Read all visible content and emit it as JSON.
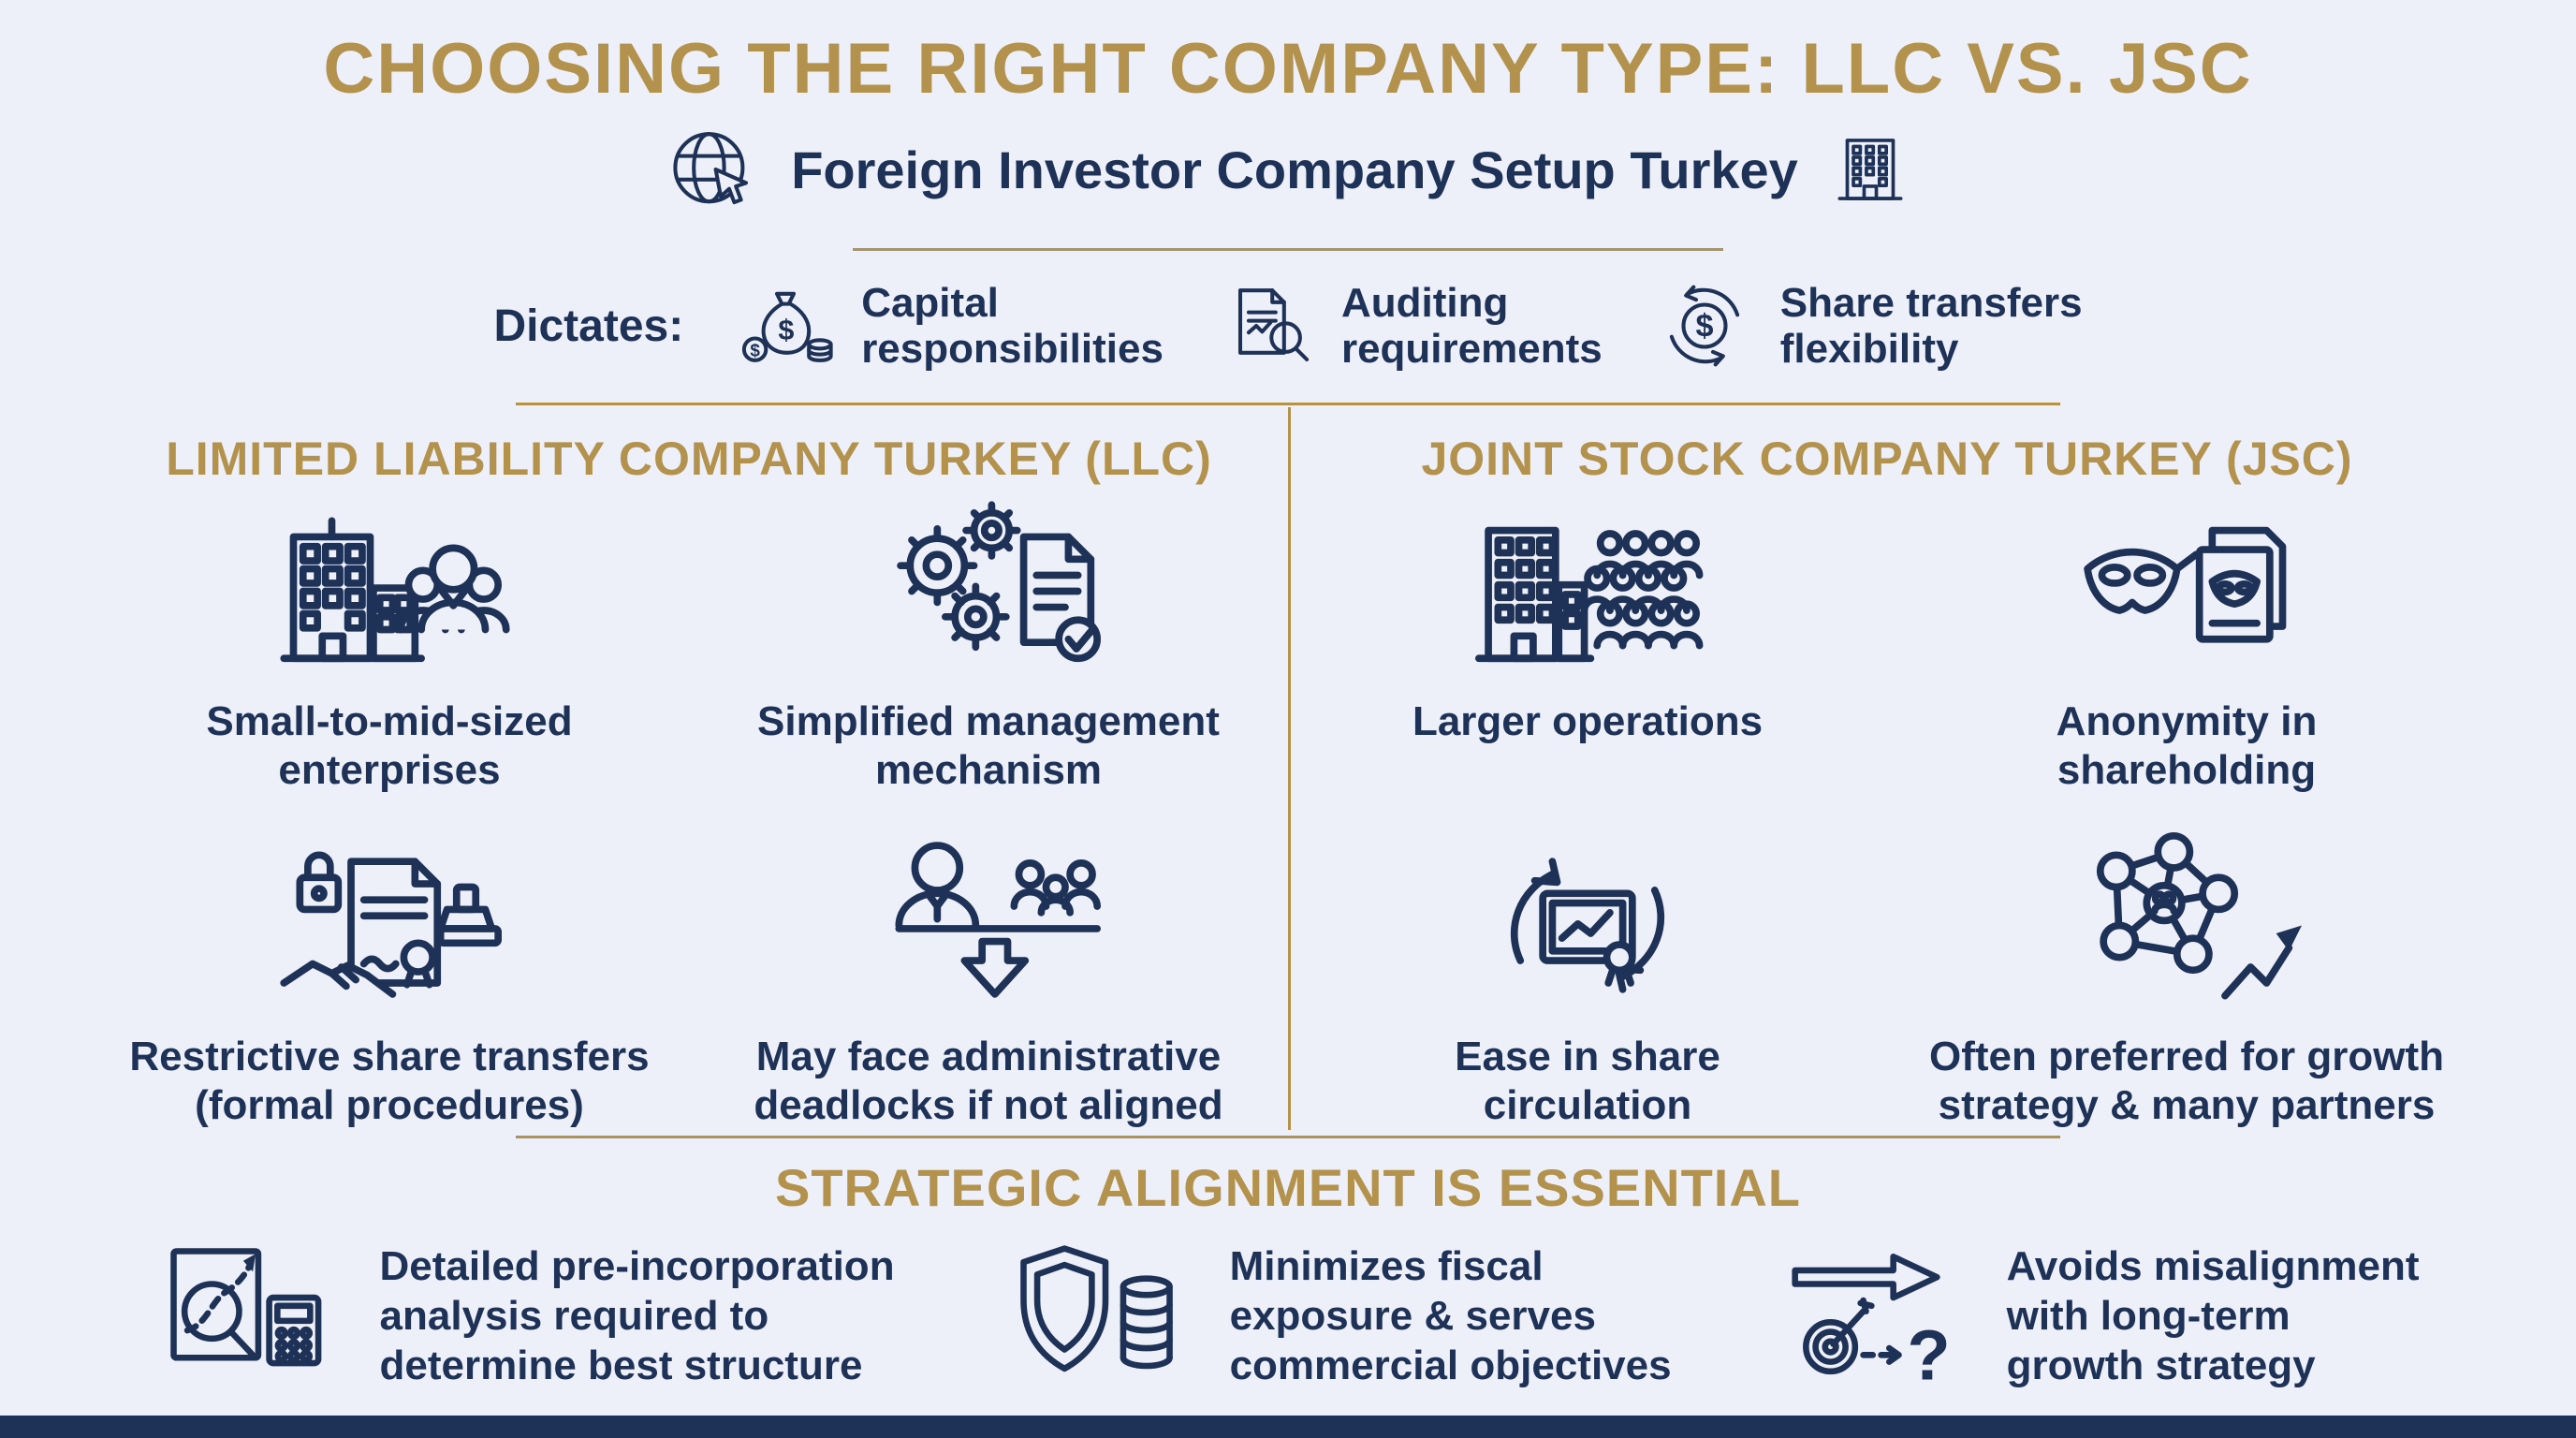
{
  "title": "CHOOSING THE RIGHT COMPANY TYPE: LLC VS. JSC",
  "subtitle": "Foreign Investor Company Setup Turkey",
  "dictates": {
    "label": "Dictates:",
    "items": [
      {
        "icon": "money-bag",
        "label": "Capital\nresponsibilities"
      },
      {
        "icon": "audit-document",
        "label": "Auditing\nrequirements"
      },
      {
        "icon": "dollar-cycle",
        "label": "Share transfers\nflexibility"
      }
    ]
  },
  "llc": {
    "heading": "LIMITED LIABILITY COMPANY TURKEY (LLC)",
    "items": [
      {
        "icon": "building-people",
        "label": "Small-to-mid-sized\nenterprises"
      },
      {
        "icon": "gears-document",
        "label": "Simplified management\nmechanism"
      },
      {
        "icon": "contract-lock-stamp",
        "label": "Restrictive share transfers\n(formal procedures)"
      },
      {
        "icon": "admin-deadlock",
        "label": "May face administrative\ndeadlocks if not aligned"
      }
    ]
  },
  "jsc": {
    "heading": "JOINT STOCK COMPANY TURKEY (JSC)",
    "items": [
      {
        "icon": "building-crowd",
        "label": "Larger operations"
      },
      {
        "icon": "anonymity-mask",
        "label": "Anonymity in\nshareholding"
      },
      {
        "icon": "share-circulation",
        "label": "Ease in share\ncirculation"
      },
      {
        "icon": "network-growth",
        "label": "Often preferred for growth\nstrategy & many partners"
      }
    ]
  },
  "strategic": {
    "heading": "STRATEGIC ALIGNMENT IS ESSENTIAL",
    "items": [
      {
        "icon": "pre-incorporation-analysis",
        "label": "Detailed pre-incorporation\nanalysis required to\ndetermine best structure"
      },
      {
        "icon": "shield-coins",
        "label": "Minimizes fiscal\nexposure & serves\ncommercial objectives"
      },
      {
        "icon": "strategy-target",
        "label": "Avoids misalignment\nwith long-term\ngrowth strategy"
      }
    ]
  },
  "colors": {
    "background": "#edf0f8",
    "gold": "#b3924d",
    "navy": "#1e3156"
  }
}
